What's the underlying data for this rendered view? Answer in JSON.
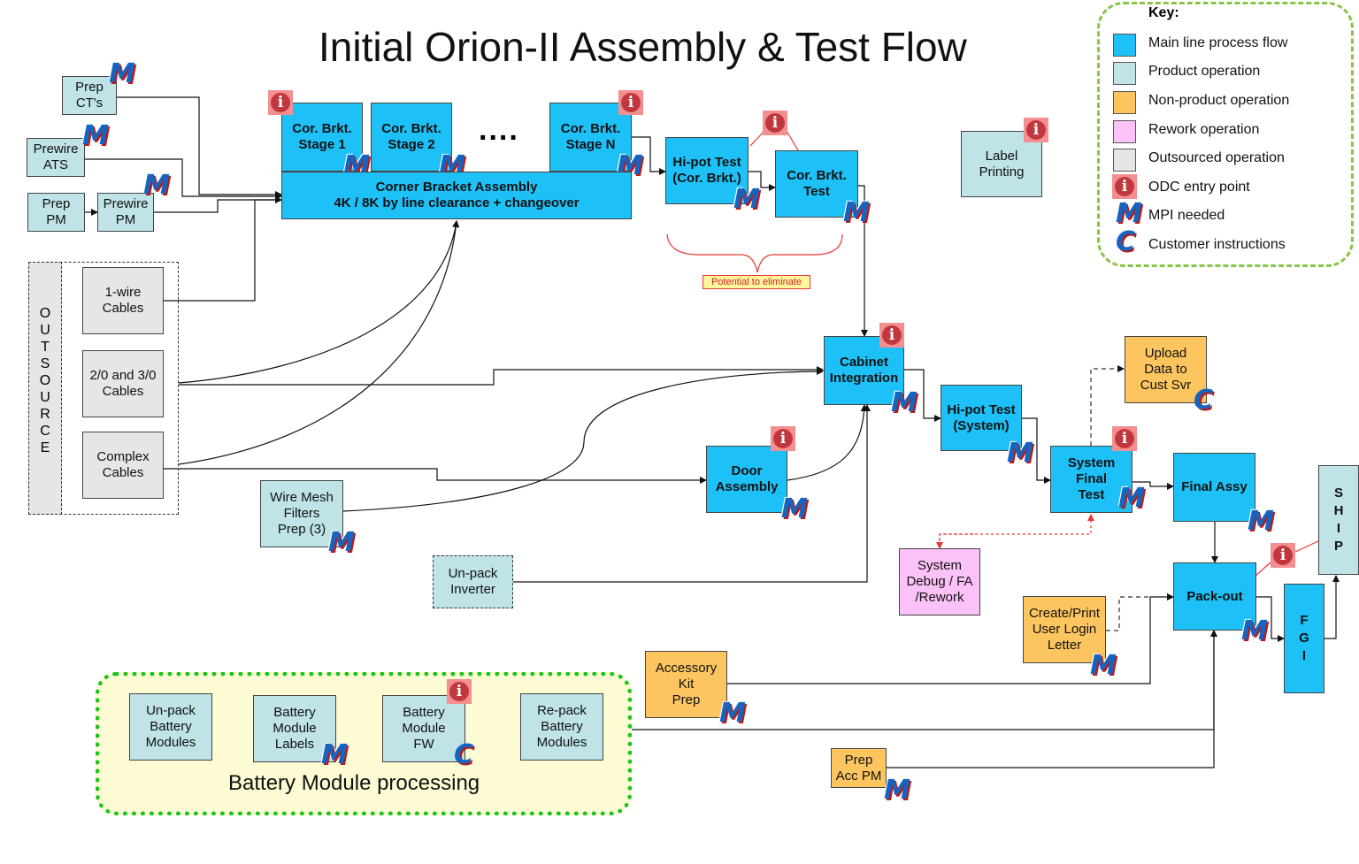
{
  "title": "Initial Orion-II Assembly & Test Flow",
  "key": {
    "title": "Key:",
    "items": [
      {
        "label": "Main line process flow",
        "color": "#1ec1f7"
      },
      {
        "label": "Product operation",
        "color": "#bfe3e6"
      },
      {
        "label": "Non-product operation",
        "color": "#fcc55f"
      },
      {
        "label": "Rework operation",
        "color": "#fbc2f7"
      },
      {
        "label": "Outsourced operation",
        "color": "#e6e6e6"
      },
      {
        "label": "ODC entry point",
        "icon": "odc-icon"
      },
      {
        "label": "MPI needed",
        "icon": "mpi-icon"
      },
      {
        "label": "Customer instructions",
        "icon": "customer-instructions-icon"
      }
    ]
  },
  "icons": {
    "odc": "i",
    "mpi": "M",
    "cust": "C"
  },
  "nodes": {
    "prep_cts": "Prep\nCT's",
    "prewire_ats": "Prewire\nATS",
    "prep_pm": "Prep\nPM",
    "prewire_pm": "Prewire\nPM",
    "cor_stage1": "Cor. Brkt.\nStage 1",
    "cor_stage2": "Cor. Brkt.\nStage 2",
    "ellipsis": "....",
    "cor_stagen": "Cor. Brkt.\nStage N",
    "corner_assembly": "Corner Bracket Assembly\n4K / 8K by line clearance + changeover",
    "hipot_cor": "Hi-pot Test\n(Cor. Brkt.)",
    "cor_test": "Cor. Brkt.\nTest",
    "potential": "Potential to eliminate",
    "label_printing": "Label\nPrinting",
    "outsource": "OUTSOURCE",
    "one_wire": "1-wire\nCables",
    "two_three": "2/0 and 3/0\nCables",
    "complex": "Complex\nCables",
    "cabinet": "Cabinet\nIntegration",
    "hipot_sys": "Hi-pot Test\n(System)",
    "upload": "Upload\nData to\nCust Svr",
    "system_final": "System\nFinal\nTest",
    "final_assy": "Final Assy",
    "ship": "SHIP",
    "door": "Door\nAssembly",
    "wire_mesh": "Wire Mesh\nFilters\nPrep (3)",
    "unpack_inverter": "Un-pack\nInverter",
    "debug": "System\nDebug / FA\n/Rework",
    "packout": "Pack-out",
    "create_print": "Create/Print\nUser Login\nLetter",
    "fgi": "FGI",
    "accessory": "Accessory\nKit\nPrep",
    "unpack_batt": "Un-pack\nBattery\nModules",
    "batt_labels": "Battery\nModule\nLabels",
    "batt_fw": "Battery\nModule\nFW",
    "repack_batt": "Re-pack\nBattery\nModules",
    "batt_group_label": "Battery Module processing",
    "prep_acc_pm": "Prep\nAcc PM"
  }
}
